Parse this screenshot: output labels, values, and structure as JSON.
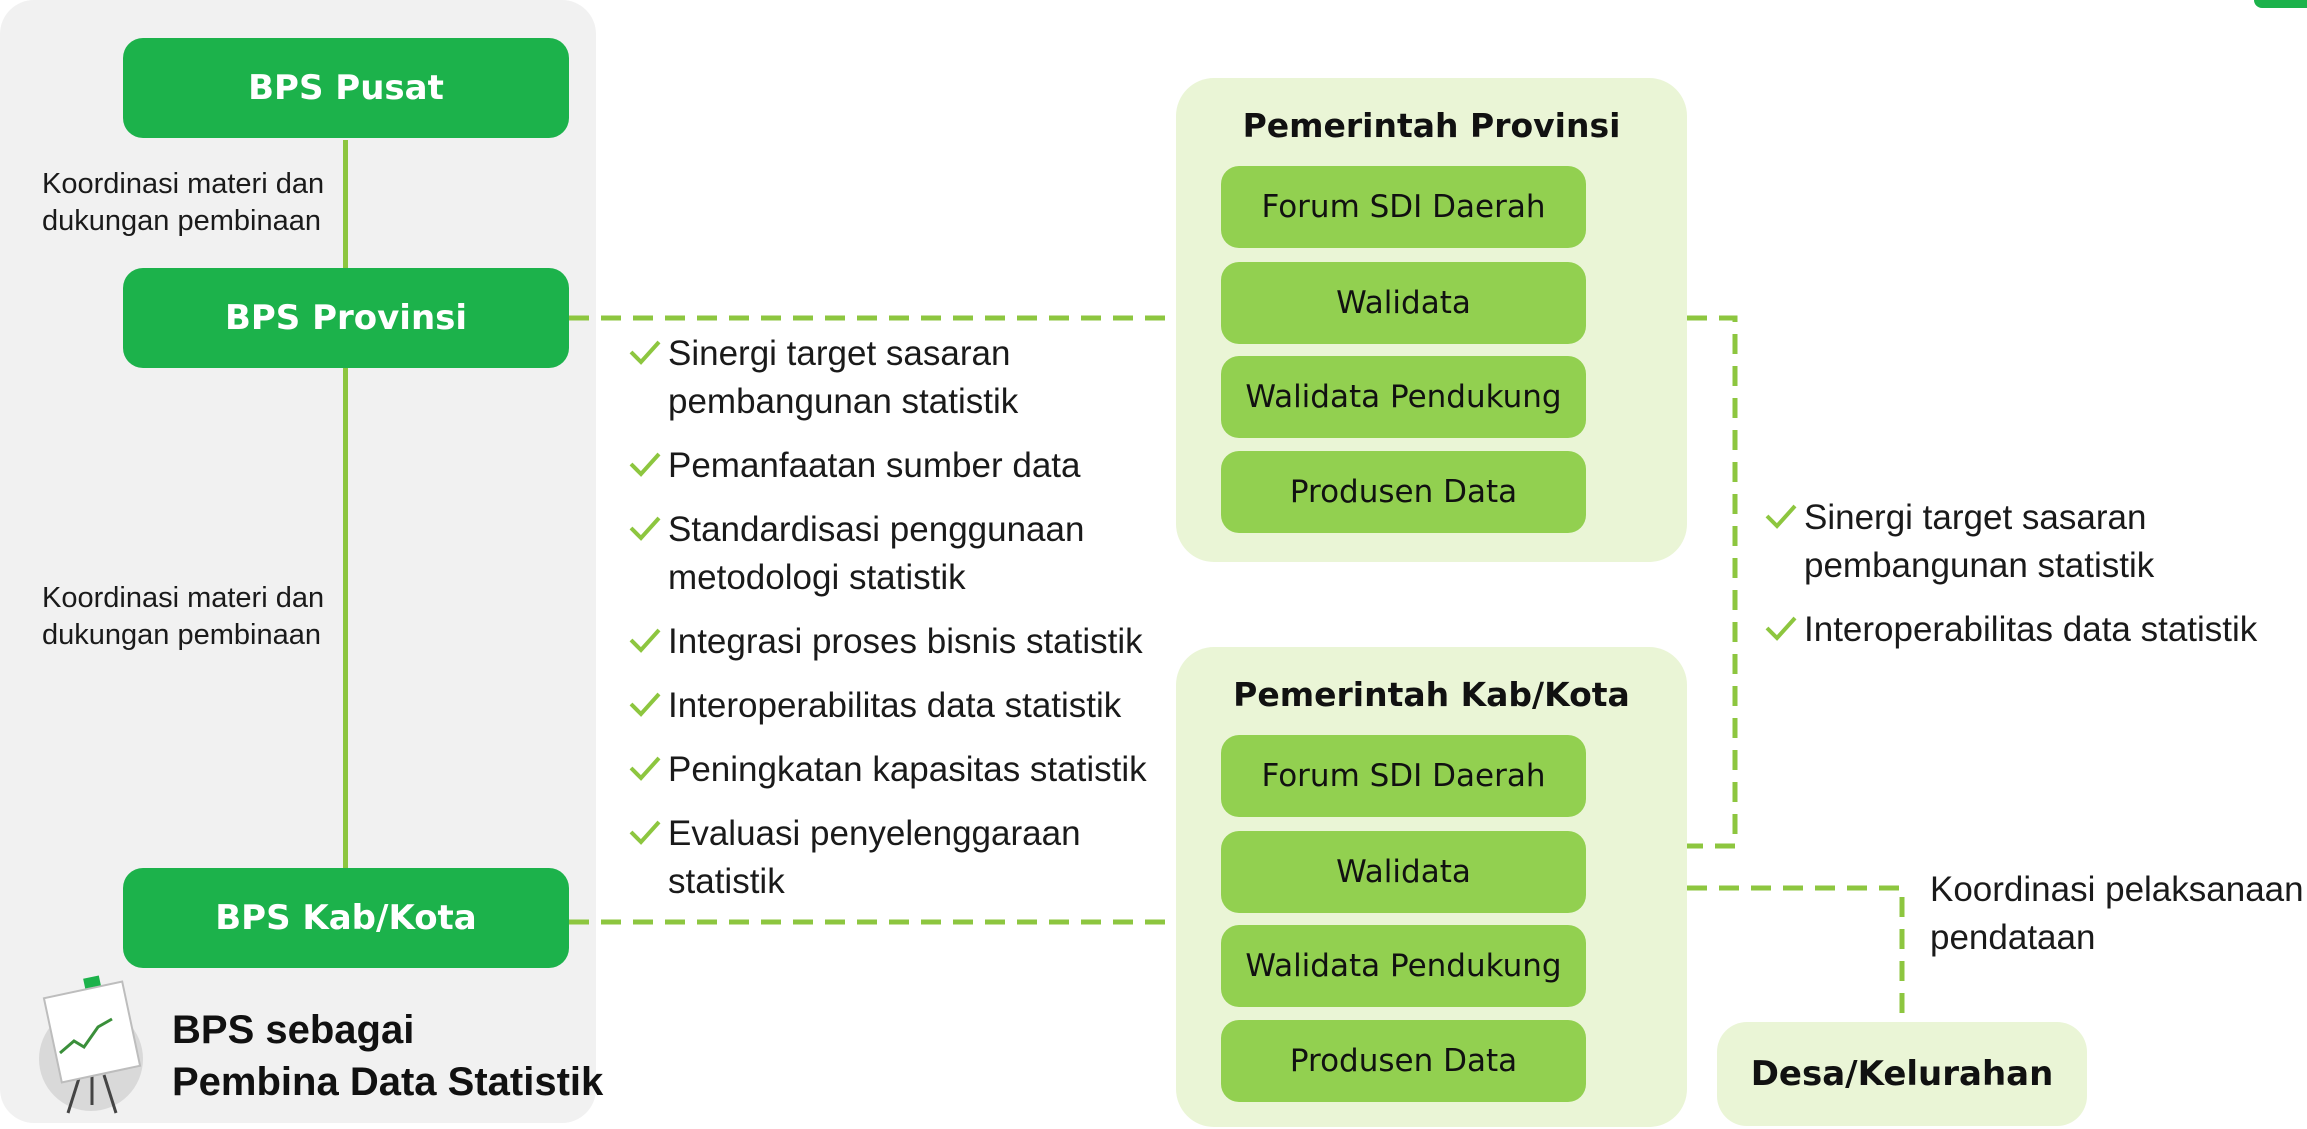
{
  "bps": {
    "pusat": "BPS Pusat",
    "provinsi": "BPS Provinsi",
    "kabkota": "BPS Kab/Kota",
    "coord_note_1": [
      "Koordinasi materi dan",
      "dukungan pembinaan"
    ],
    "coord_note_2": [
      "Koordinasi materi dan",
      "dukungan pembinaan"
    ],
    "pembina_title": [
      "BPS sebagai",
      "Pembina Data Statistik"
    ]
  },
  "provinsi_gov": {
    "title": "Pemerintah Provinsi",
    "items": [
      "Forum SDI Daerah",
      "Walidata",
      "Walidata Pendukung",
      "Produsen Data"
    ]
  },
  "kabkota_gov": {
    "title": "Pemerintah Kab/Kota",
    "items": [
      "Forum SDI Daerah",
      "Walidata",
      "Walidata Pendukung",
      "Produsen Data"
    ]
  },
  "middle_checks": [
    [
      "Sinergi target sasaran",
      "pembangunan statistik"
    ],
    [
      "Pemanfaatan sumber data"
    ],
    [
      "Standardisasi penggunaan",
      "metodologi statistik"
    ],
    [
      "Integrasi proses bisnis statistik"
    ],
    [
      "Interoperabilitas data statistik"
    ],
    [
      "Peningkatan kapasitas statistik"
    ],
    [
      "Evaluasi penyelenggaraan",
      "statistik"
    ]
  ],
  "right_checks": [
    [
      "Sinergi target sasaran",
      "pembangunan statistik"
    ],
    [
      "Interoperabilitas data statistik"
    ]
  ],
  "desa": {
    "label": "Desa/Kelurahan",
    "note": [
      "Koordinasi pelaksanaan",
      "pendataan"
    ]
  },
  "colors": {
    "bps_green": "#1cb24b",
    "light_green": "#92d050",
    "line_green": "#8dc63f",
    "panel_light": "#eaf5d6",
    "panel_grey": "#f1f1f1"
  },
  "icons": {
    "check": "check-icon",
    "presentation": "presentation-board-icon"
  }
}
